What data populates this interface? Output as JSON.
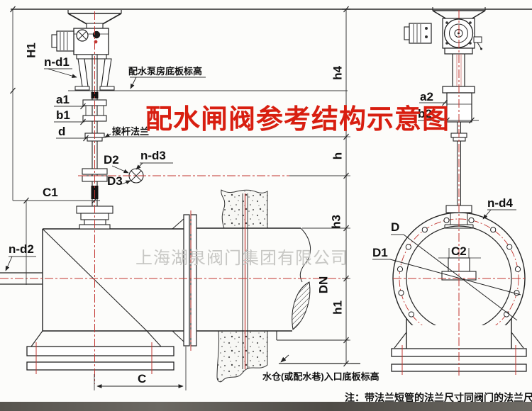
{
  "title": "配水闸阀参考结构示意图",
  "watermark": "上海湖泉阀门集团有限公司",
  "note": "注：带法兰短管的法兰尺寸同阀门的法兰尺寸",
  "callouts": {
    "pump_house_floor_level": "配水泵房底板标高",
    "stem_extension_flange": "接杆法兰",
    "sump_inlet_floor_level": "水仓(或配水巷)入口底板标高"
  },
  "dim_labels": {
    "H1": "H1",
    "n_d1": "n-d1",
    "a1": "a1",
    "b1": "b1",
    "d": "d",
    "D2": "D2",
    "n_d3": "n-d3",
    "D3": "D3",
    "C1": "C1",
    "n_d2": "n-d2",
    "C": "C",
    "h4": "h4",
    "h": "h",
    "h3": "h3",
    "DN": "DN",
    "h1": "h1",
    "a2": "a2",
    "b2": "b2",
    "D": "D",
    "D1": "D1",
    "C2": "C2",
    "n_d4": "n-d4"
  },
  "colors": {
    "title_red": "#d81e10",
    "centerline_red": "#c2342f",
    "line_dark": "#222222",
    "watermark_gray": "#c7c7c4"
  }
}
